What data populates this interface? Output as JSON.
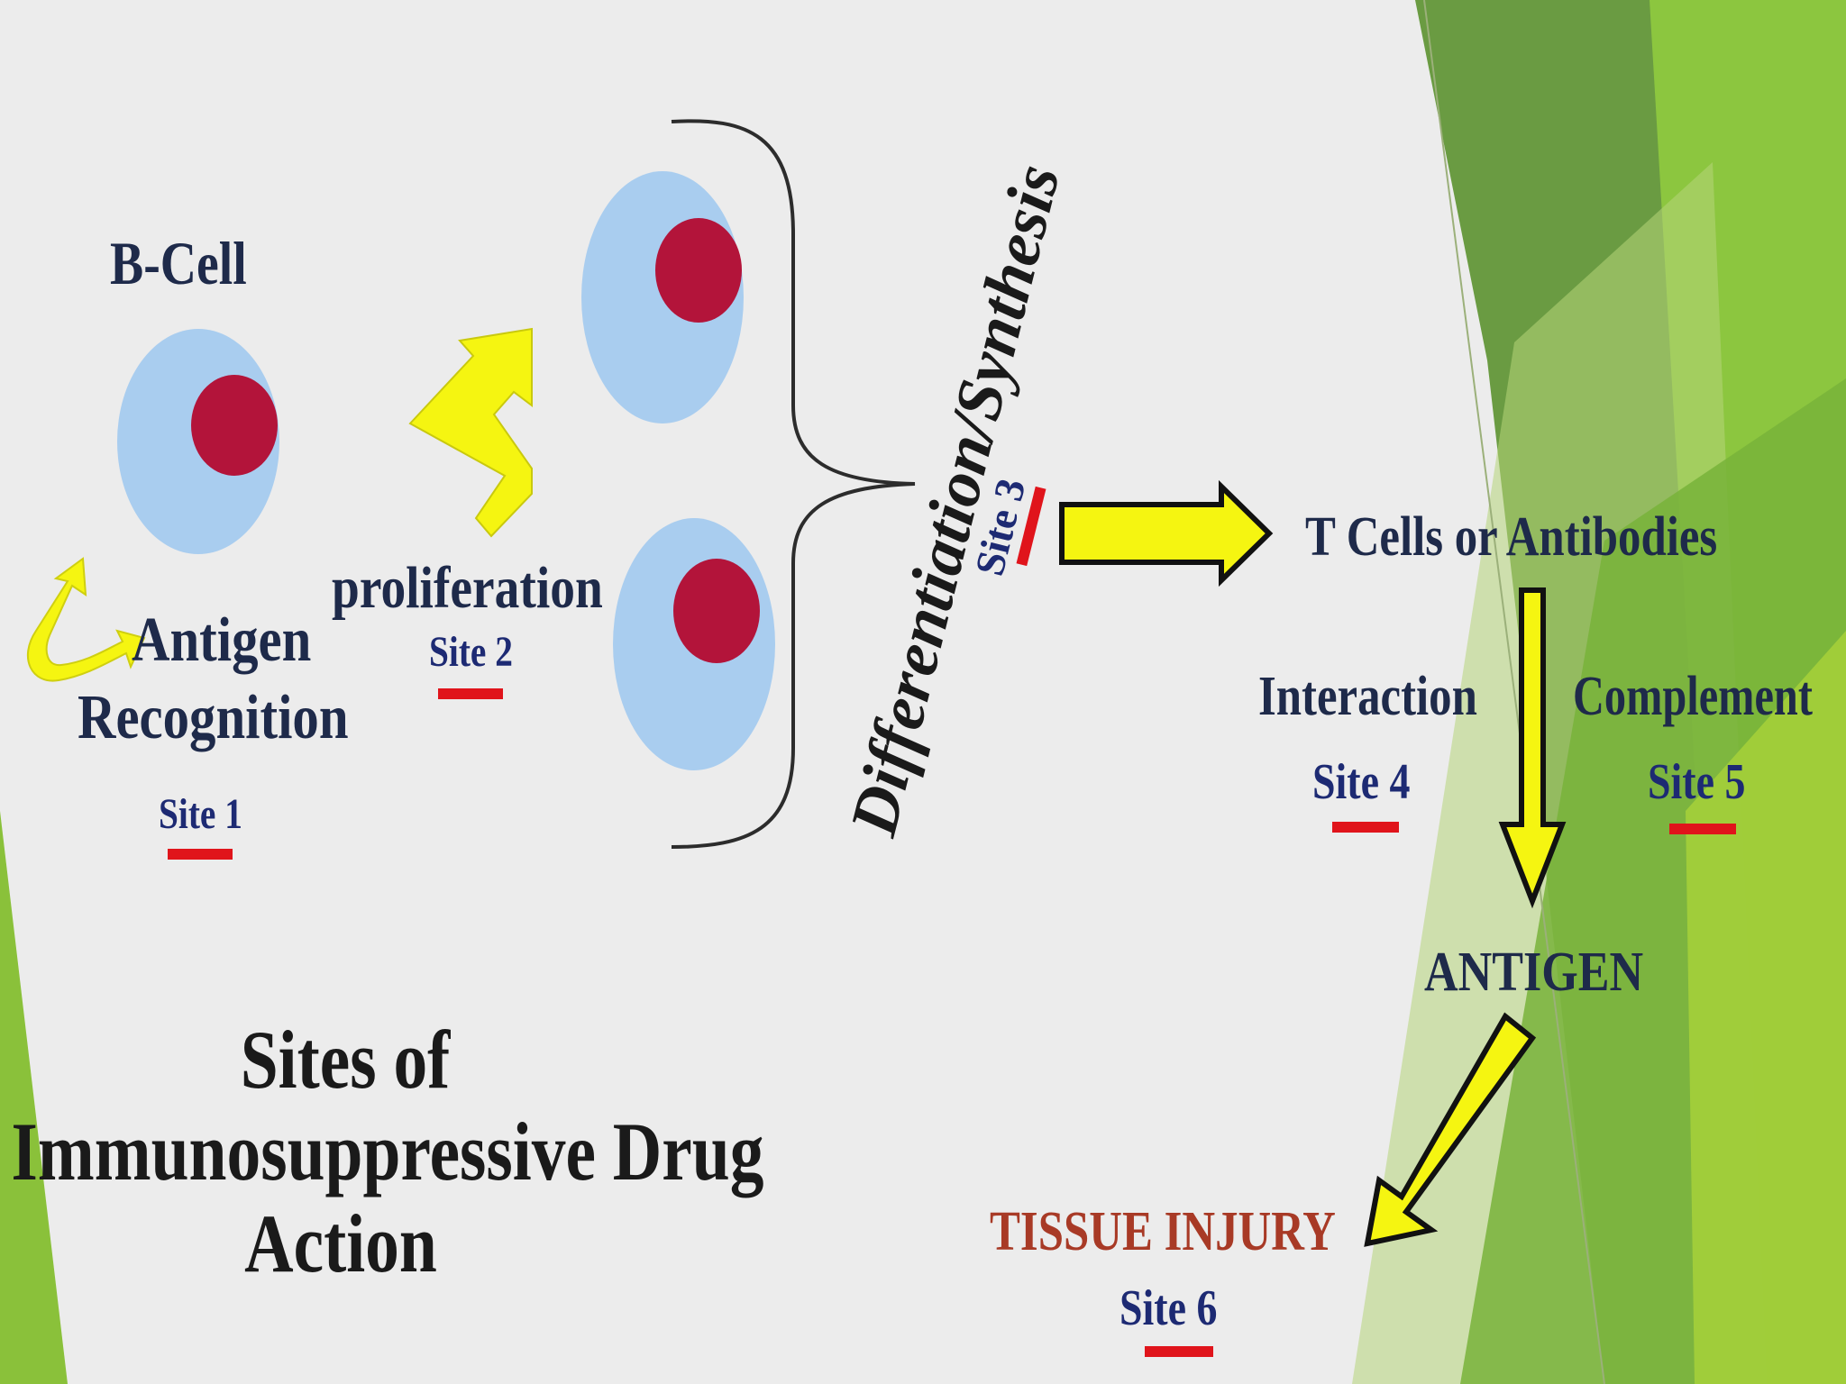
{
  "slide": {
    "title_lines": [
      "Sites of",
      "Immunosuppressive Drug",
      "Action"
    ]
  },
  "labels": {
    "b_cell": "B-Cell",
    "antigen_recognition": [
      "Antigen",
      "Recognition"
    ],
    "proliferation": "proliferation",
    "differentiation": "Differentiation/Synthesis",
    "t_cells": "T Cells or Antibodies",
    "interaction": "Interaction",
    "complement": "Complement",
    "antigen": "ANTIGEN",
    "tissue_injury": "TISSUE INJURY"
  },
  "sites": [
    "Site 1",
    "Site 2",
    "Site 3",
    "Site 4",
    "Site 5",
    "Site 6"
  ],
  "colors": {
    "background": "#ececec",
    "cell_body": "#a9cdef",
    "nucleus": "#b3143a",
    "arrow_fill": "#f5f511",
    "site_marker": "#e0141b",
    "tissue_injury_text": "#a83a26",
    "accent_green_light": "#8ac13a",
    "accent_green_dark": "#5a9932"
  }
}
